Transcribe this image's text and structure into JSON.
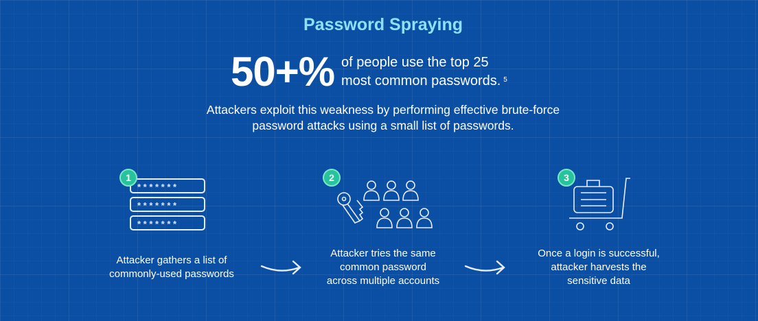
{
  "title": "Password Spraying",
  "stat": {
    "value": "50+%",
    "line1": "of people use the top 25",
    "line2": "most common passwords.",
    "footnote": "5"
  },
  "description": "Attackers exploit this weakness by performing effective brute-force password attacks using a small list of passwords.",
  "steps": [
    {
      "number": "1",
      "icon": "password-list-icon",
      "caption": [
        "Attacker gathers a list of",
        "commonly-used passwords"
      ],
      "masked": "* * * * * * *"
    },
    {
      "number": "2",
      "icon": "key-and-users-icon",
      "caption": [
        "Attacker tries the same",
        "common password",
        "across multiple accounts"
      ]
    },
    {
      "number": "3",
      "icon": "cart-with-briefcase-icon",
      "caption": [
        "Once a login is successful,",
        "attacker harvests the",
        "sensitive data"
      ]
    }
  ],
  "colors": {
    "background": "#0b4fa4",
    "title": "#8ee0f7",
    "badge": "#27c39a"
  }
}
